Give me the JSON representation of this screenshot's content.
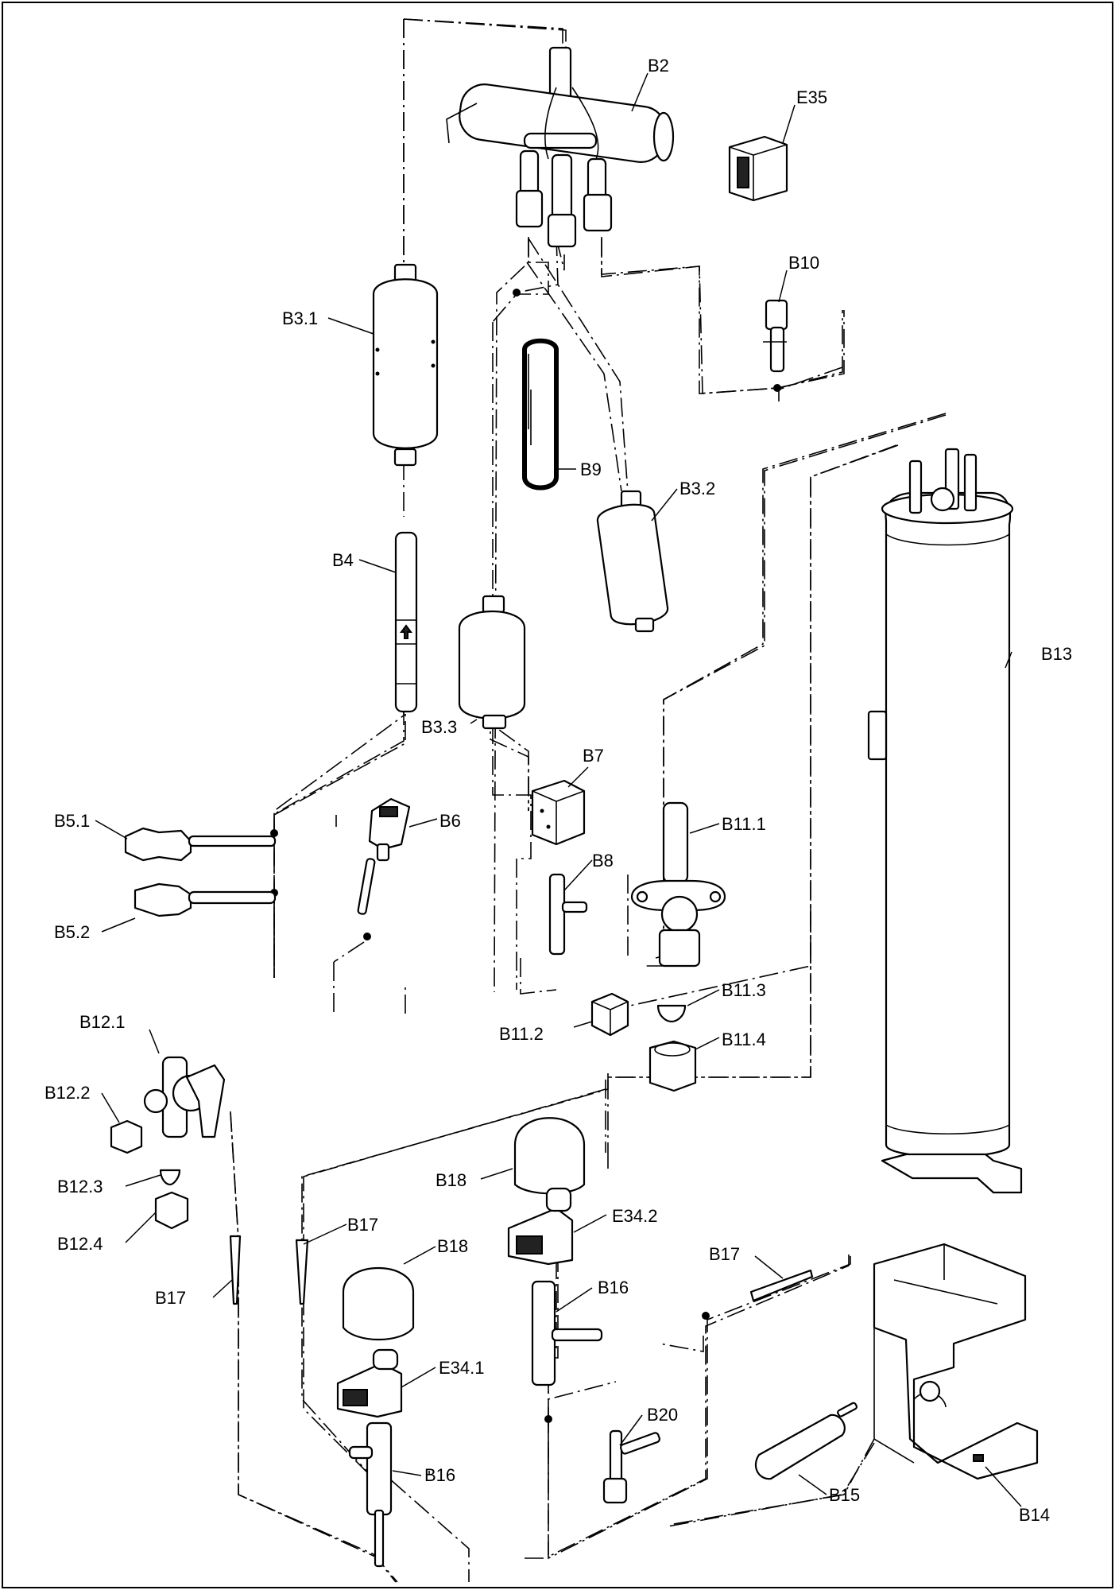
{
  "labels": {
    "b2": "B2",
    "e35": "E35",
    "b10": "B10",
    "b3_1": "B3.1",
    "b9": "B9",
    "b3_2": "B3.2",
    "b4": "B4",
    "b13": "B13",
    "b3_3": "B3.3",
    "b7": "B7",
    "b5_1": "B5.1",
    "b6": "B6",
    "b11_1": "B11.1",
    "b8": "B8",
    "b5_2": "B5.2",
    "b11_3": "B11.3",
    "b12_1": "B12.1",
    "b11_2": "B11.2",
    "b11_4": "B11.4",
    "b12_2": "B12.2",
    "b12_3": "B12.3",
    "b12_4": "B12.4",
    "b18_upper": "B18",
    "e34_2": "E34.2",
    "b17_left": "B17",
    "b17_mid": "B17",
    "b18_lower": "B18",
    "b17_right": "B17",
    "b16_upper": "B16",
    "e34_1": "E34.1",
    "b20": "B20",
    "b16_lower": "B16",
    "b15": "B15",
    "b14": "B14"
  }
}
